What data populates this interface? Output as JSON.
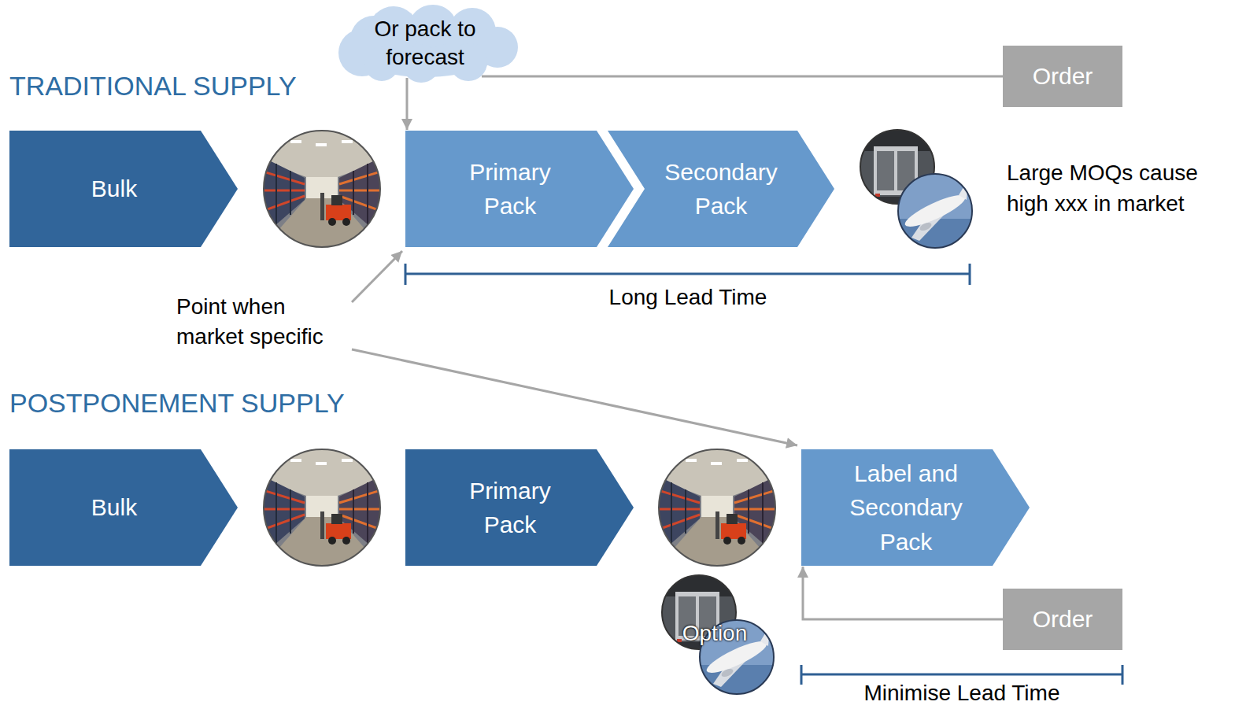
{
  "diagram": {
    "nodes": [
      {
        "text": [
          "Or pack to forecast"
        ]
      },
      {
        "text": [
          "Order"
        ]
      },
      {
        "text": [
          "Bulk"
        ]
      },
      {
        "text": [
          "Primary Pack"
        ]
      },
      {
        "text": [
          "Secondary Pack"
        ]
      },
      {
        "text": [
          "Bulk"
        ]
      },
      {
        "text": [
          "Primary Pack"
        ]
      },
      {
        "text": [
          "Label and Secondary Pack"
        ]
      },
      {
        "text": [
          "Option"
        ]
      },
      {
        "text": [
          "Order"
        ]
      }
    ],
    "edges": [
      {
        "from": 1,
        "to": 0,
        "arrow": "none"
      },
      {
        "from": 0,
        "to": 3,
        "arrow": "to"
      },
      {
        "from": 9,
        "to": 7,
        "arrow": "to"
      }
    ],
    "labels": [
      "TRADITIONAL SUPPLY",
      "Point when market specific",
      "Long Lead Time",
      "Large MOQs cause high xxx in market",
      "POSTPONEMENT SUPPLY",
      "Minimise Lead Time"
    ]
  }
}
